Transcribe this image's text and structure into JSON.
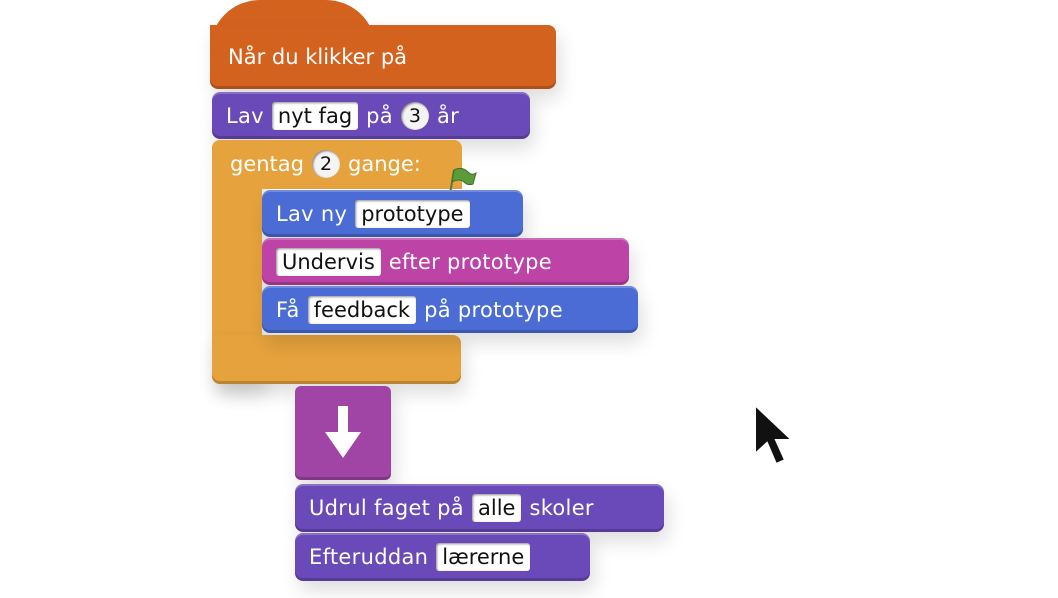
{
  "hat": {
    "label": "Når du klikker på"
  },
  "make_subject": {
    "prefix": "Lav",
    "subject": "nyt fag",
    "mid": "på",
    "years": "3",
    "suffix": "år"
  },
  "repeat": {
    "prefix": "gentag",
    "times": "2",
    "suffix": "gange:"
  },
  "make_prototype": {
    "prefix": "Lav ny",
    "value": "prototype"
  },
  "teach": {
    "value": "Undervis",
    "suffix": "efter prototype"
  },
  "feedback": {
    "prefix": "Få",
    "value": "feedback",
    "suffix": "på prototype"
  },
  "rollout": {
    "prefix": "Udrul faget på",
    "value": "alle",
    "suffix": "skoler"
  },
  "train": {
    "prefix": "Efteruddan",
    "value": "lærerne"
  },
  "colors": {
    "event": "#d4621f",
    "control": "#e5a23d",
    "motion": "#4a6cd4",
    "looks": "#8b3fa5",
    "sound": "#bd43a6",
    "pen": "#6a4ab8"
  }
}
